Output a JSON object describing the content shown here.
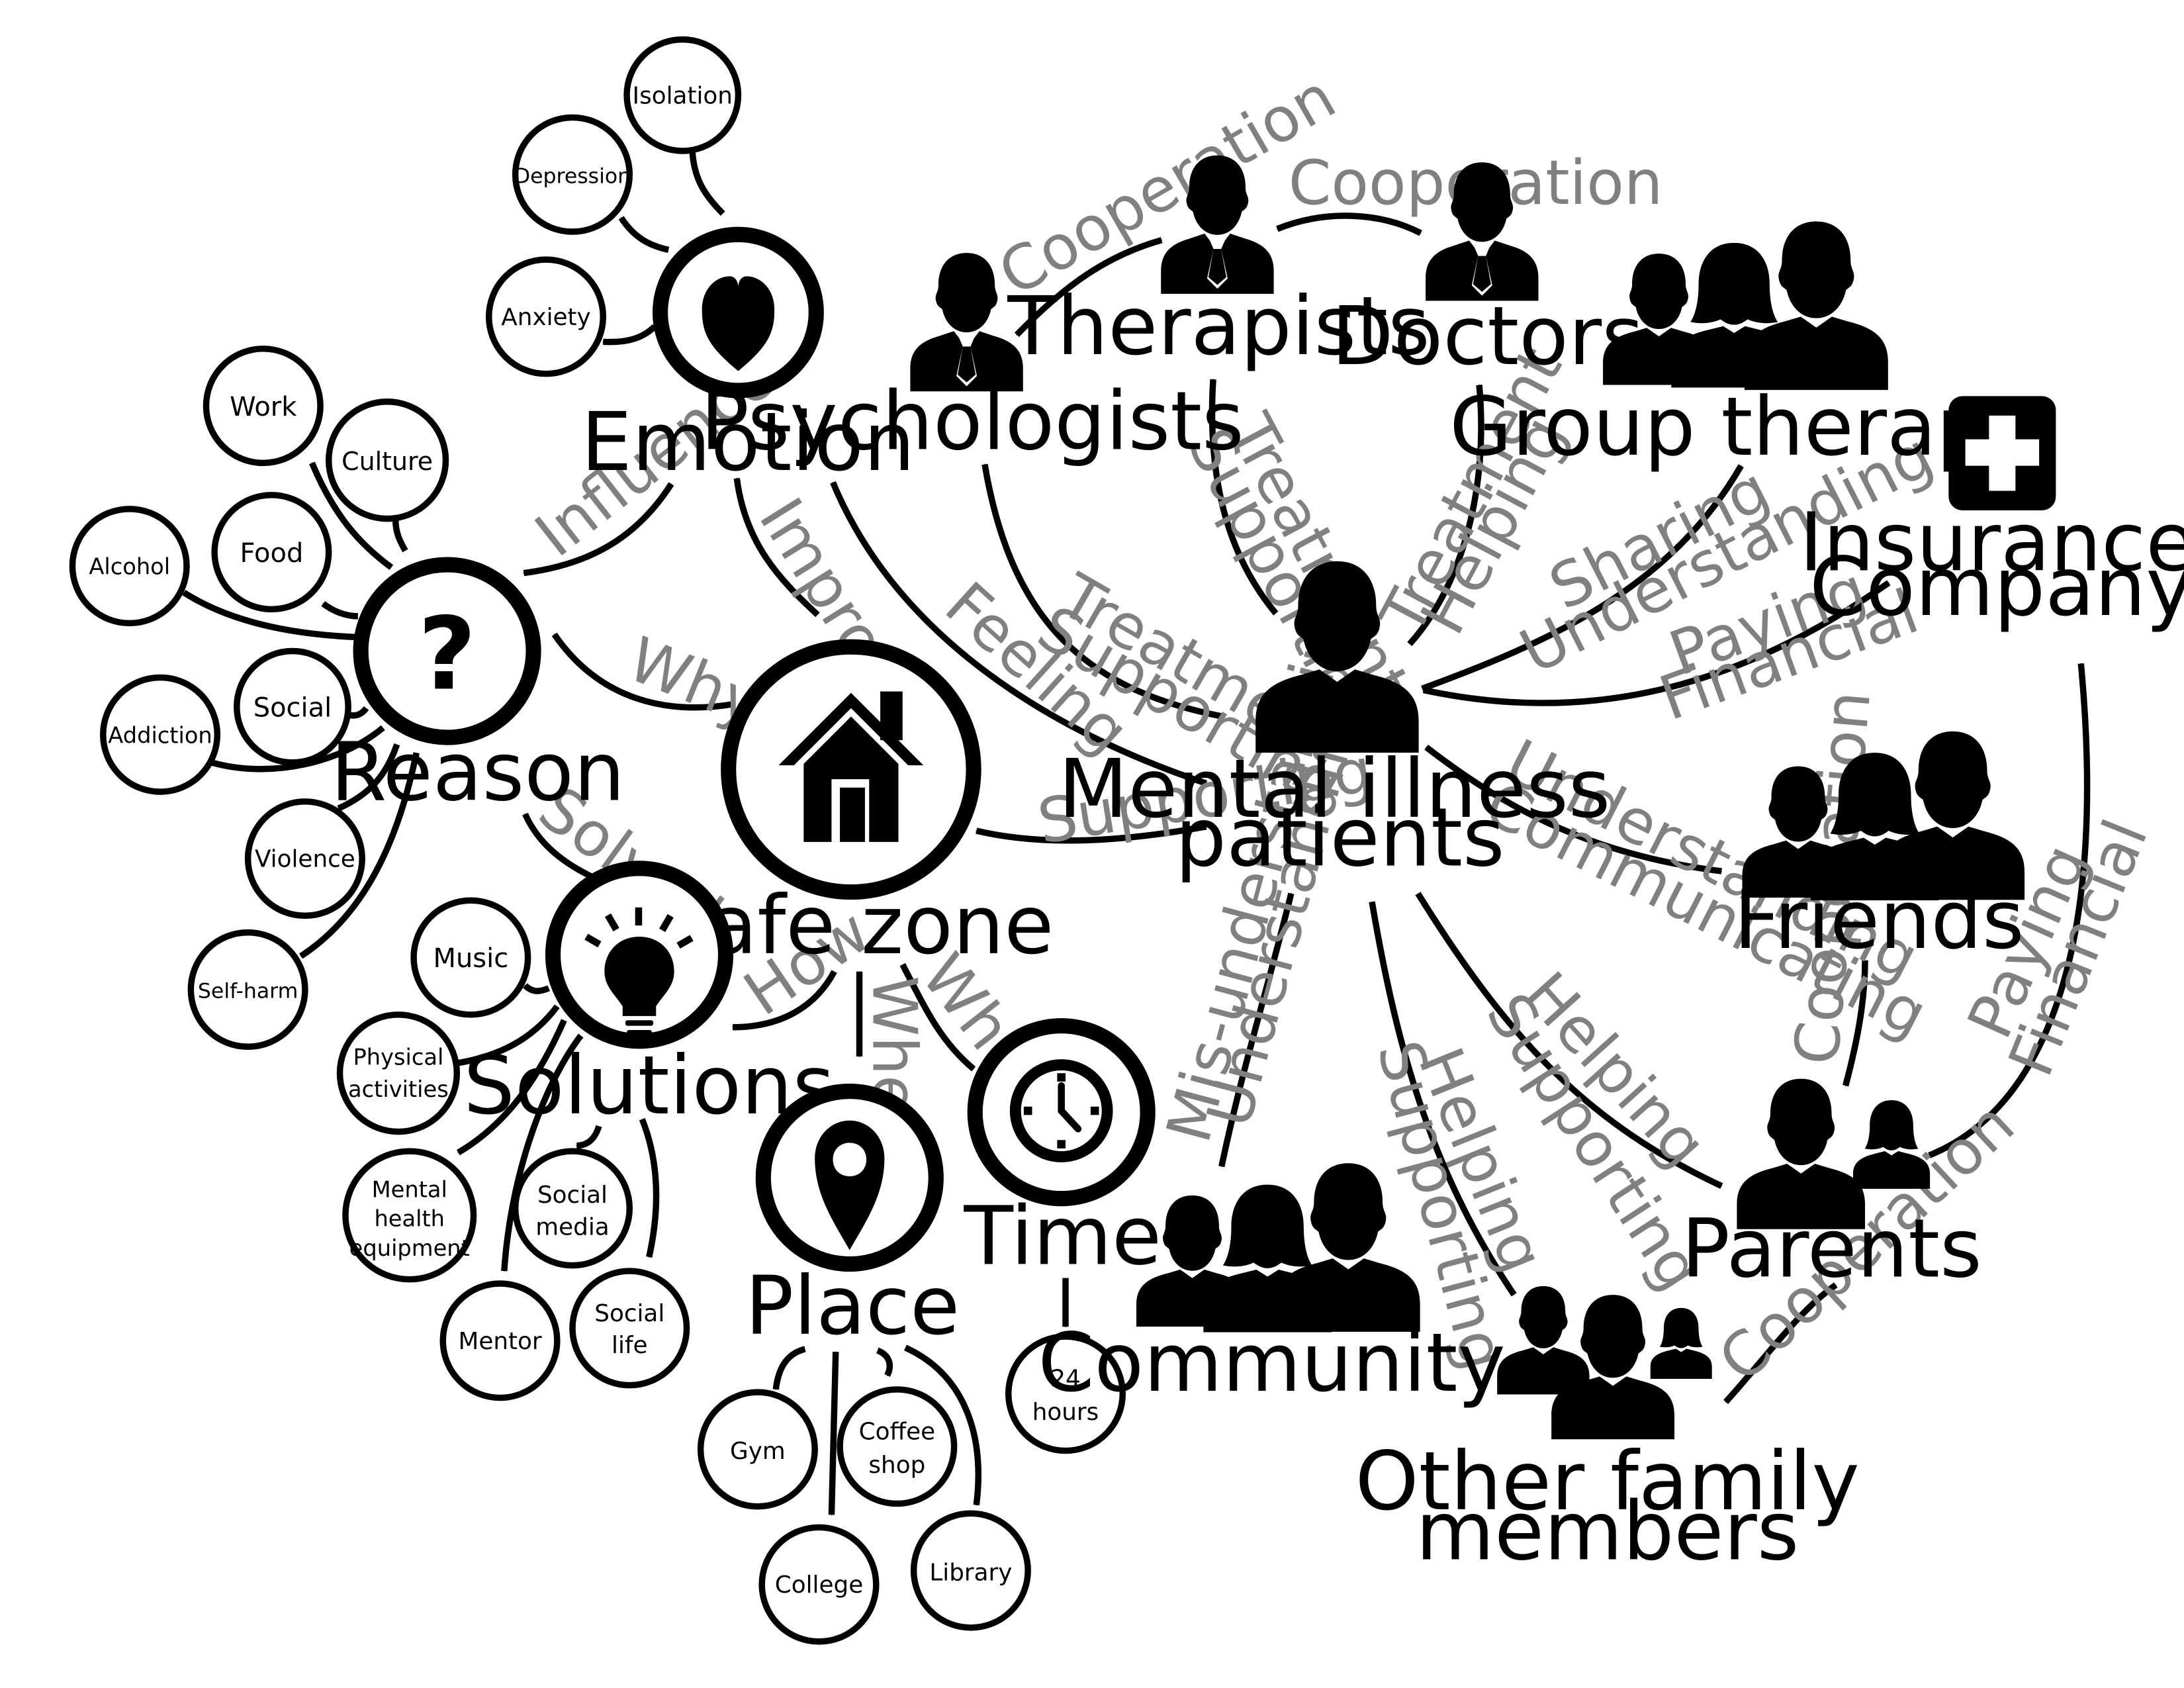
{
  "hub": {
    "line1": "Mental illness",
    "line2": "patients"
  },
  "nodes": {
    "emotion": "Emotion",
    "reason": "Reason",
    "safe_zone": "Safe zone",
    "solutions": "Solutions",
    "place": "Place",
    "time": "Time",
    "psychologists": "Psychologists",
    "therapists": "Therapists",
    "doctors": "Doctors",
    "group_therapy": "Group therapy",
    "insurance_line1": "Insurance",
    "insurance_line2": "Company",
    "friends": "Friends",
    "parents": "Parents",
    "community": "Community",
    "family_line1": "Other family",
    "family_line2": "members"
  },
  "emotion_children": {
    "isolation": "Isolation",
    "depression": "Depression",
    "anxiety": "Anxiety"
  },
  "reason_children": {
    "work": "Work",
    "culture": "Culture",
    "food": "Food",
    "alcohol": "Alcohol",
    "social": "Social",
    "addiction": "Addiction",
    "violence": "Violence",
    "self_harm": "Self-harm"
  },
  "solution_children": {
    "music": "Music",
    "physical_1": "Physical",
    "physical_2": "activities",
    "mhe_1": "Mental",
    "mhe_2": "health",
    "mhe_3": "equipment",
    "social_media_1": "Social",
    "social_media_2": "media",
    "mentor": "Mentor",
    "social_life_1": "Social",
    "social_life_2": "life"
  },
  "place_children": {
    "gym": "Gym",
    "coffee_1": "Coffee",
    "coffee_2": "shop",
    "college": "College",
    "library": "Library"
  },
  "time_children": {
    "h1": "24",
    "h2": "hours"
  },
  "edge_labels": {
    "influence": "Influence",
    "improve": "Improve",
    "why": "Why",
    "solved": "Solved",
    "how": "How",
    "where": "Where",
    "when": "When",
    "feeling": "Feeling",
    "supporting_safe": "Supporting",
    "psy_treatment": "Treatment",
    "psy_supporting": "Supporting",
    "ther_treatment": "Treatment",
    "ther_supporting": "Supporting",
    "doc_treatment": "Treatment",
    "doc_helping": "Helping",
    "coop_psy_ther": "Cooperation",
    "coop_ther_doc": "Cooperation",
    "group_sharing": "Sharing",
    "group_understanding": "Understanding",
    "ins_paying": "Paying",
    "ins_financial": "Financial",
    "friends_understanding": "Understanding",
    "friends_communicating": "Communicating",
    "community_misunderstanding": "Mis-understanding",
    "community_understanding": "Understanding",
    "family_helping": "Helping",
    "family_supporting": "Supporting",
    "parents_helping": "Helping",
    "parents_supporting": "Supporting",
    "coop_friends_parents": "Cooperation",
    "coop_family_parents": "Cooperation",
    "parents_ins_paying": "Paying",
    "parents_ins_financial": "Financial"
  }
}
